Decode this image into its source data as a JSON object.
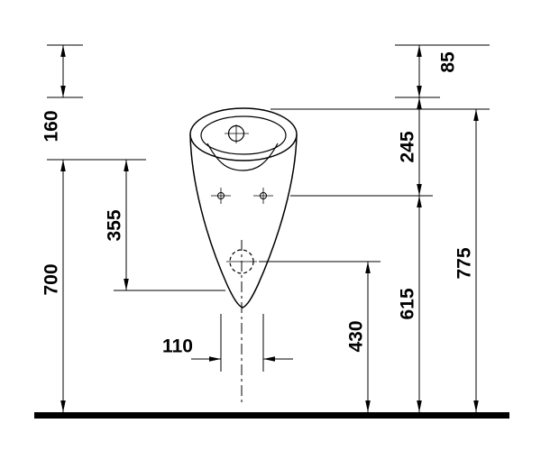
{
  "colors": {
    "background": "#ffffff",
    "line": "#000000"
  },
  "labels": {
    "d160": "160",
    "d355": "355",
    "d700": "700",
    "d110": "110",
    "d85": "85",
    "d245": "245",
    "d615": "615",
    "d430": "430",
    "d775": "775"
  }
}
